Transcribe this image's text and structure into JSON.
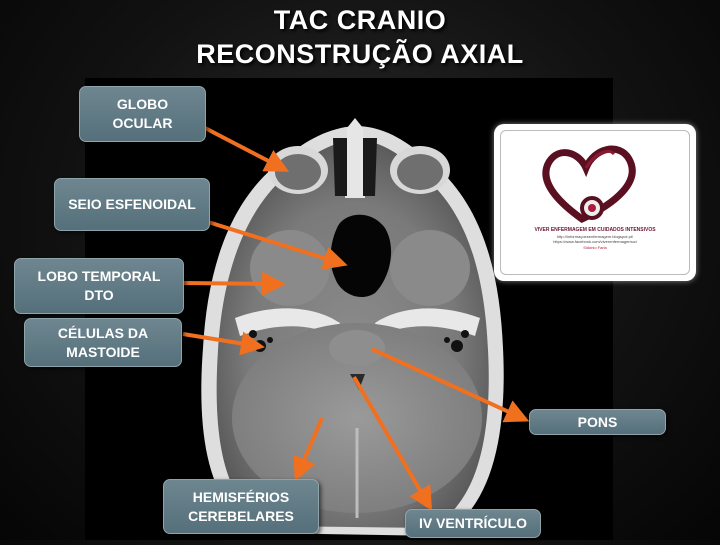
{
  "title": {
    "line1": "TAC CRANIO",
    "line2": "RECONSTRUÇÃO AXIAL"
  },
  "labels": {
    "globo_ocular": {
      "line1": "GLOBO",
      "line2": "OCULAR"
    },
    "seio_esfenoidal": "SEIO ESFENOIDAL",
    "lobo_temporal": {
      "line1": "LOBO TEMPORAL",
      "line2": "DTO"
    },
    "celulas_mastoide": {
      "line1": "CÉLULAS DA",
      "line2": "MASTOIDE"
    },
    "pons": "PONS",
    "hemisferios": {
      "line1": "HEMISFÉRIOS",
      "line2": "CEREBELARES"
    },
    "iv_ventriculo": "IV VENTRÍCULO"
  },
  "logo": {
    "line1": "VIVER ENFERMAGEM EM CUIDADOS INTENSIVOS",
    "line2": "http://informaçoesenfermagem.blogspot.pt/",
    "line3": "https://www.facebook.com/viverenfermagemuci",
    "line4": "Sidonio Faria"
  },
  "colors": {
    "arrow": "#f07020",
    "label_bg": "#5f7a85",
    "logo_heart": "#5a1020"
  }
}
